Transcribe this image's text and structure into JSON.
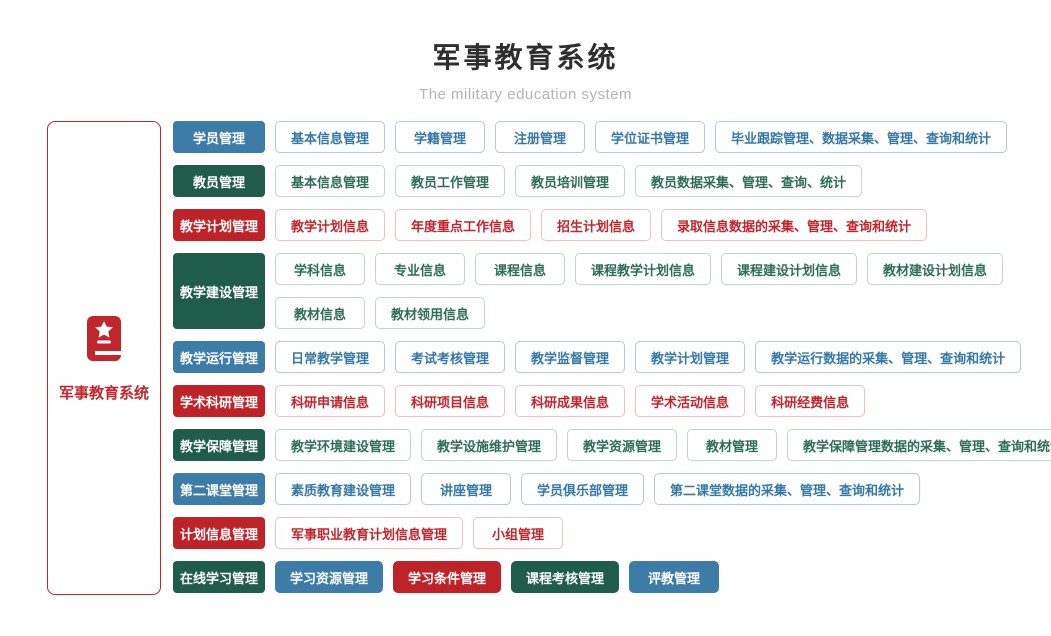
{
  "header": {
    "title": "军事教育系统",
    "subtitle": "The military education system"
  },
  "root": {
    "label": "军事教育系统",
    "icon": "book-star-icon",
    "color": "#c0262c"
  },
  "palette": {
    "blue": {
      "fill": "#3d7ca6",
      "text": "#3579a6",
      "border": "#b0cde0"
    },
    "green": {
      "fill": "#1f5c49",
      "text": "#2e6e57",
      "border": "#bdd8cc"
    },
    "red": {
      "fill": "#bf232a",
      "text": "#c1262c",
      "border": "#efc3c5"
    }
  },
  "rows": [
    {
      "id": "student-management",
      "category": "学员管理",
      "color": "blue",
      "lines": [
        [
          {
            "label": "基本信息管理",
            "style": "outline",
            "color": "blue"
          },
          {
            "label": "学籍管理",
            "style": "outline",
            "color": "blue"
          },
          {
            "label": "注册管理",
            "style": "outline",
            "color": "blue"
          },
          {
            "label": "学位证书管理",
            "style": "outline",
            "color": "blue"
          },
          {
            "label": "毕业跟踪管理、数据采集、管理、查询和统计",
            "style": "outline",
            "color": "blue"
          }
        ]
      ]
    },
    {
      "id": "teacher-management",
      "category": "教员管理",
      "color": "green",
      "lines": [
        [
          {
            "label": "基本信息管理",
            "style": "outline",
            "color": "green"
          },
          {
            "label": "教员工作管理",
            "style": "outline",
            "color": "green"
          },
          {
            "label": "教员培训管理",
            "style": "outline",
            "color": "green"
          },
          {
            "label": "教员数据采集、管理、查询、统计",
            "style": "outline",
            "color": "green"
          }
        ]
      ]
    },
    {
      "id": "teaching-plan-management",
      "category": "教学计划管理",
      "color": "red",
      "lines": [
        [
          {
            "label": "教学计划信息",
            "style": "outline",
            "color": "red"
          },
          {
            "label": "年度重点工作信息",
            "style": "outline",
            "color": "red"
          },
          {
            "label": "招生计划信息",
            "style": "outline",
            "color": "red"
          },
          {
            "label": "录取信息数据的采集、管理、查询和统计",
            "style": "outline",
            "color": "red"
          }
        ]
      ]
    },
    {
      "id": "teaching-construction-management",
      "category": "教学建设管理",
      "color": "green",
      "lines": [
        [
          {
            "label": "学科信息",
            "style": "outline",
            "color": "green"
          },
          {
            "label": "专业信息",
            "style": "outline",
            "color": "green"
          },
          {
            "label": "课程信息",
            "style": "outline",
            "color": "green"
          },
          {
            "label": "课程教学计划信息",
            "style": "outline",
            "color": "green"
          },
          {
            "label": "课程建设计划信息",
            "style": "outline",
            "color": "green"
          },
          {
            "label": "教材建设计划信息",
            "style": "outline",
            "color": "green"
          }
        ],
        [
          {
            "label": "教材信息",
            "style": "outline",
            "color": "green"
          },
          {
            "label": "教材领用信息",
            "style": "outline",
            "color": "green"
          }
        ]
      ]
    },
    {
      "id": "teaching-operation-management",
      "category": "教学运行管理",
      "color": "blue",
      "lines": [
        [
          {
            "label": "日常教学管理",
            "style": "outline",
            "color": "blue"
          },
          {
            "label": "考试考核管理",
            "style": "outline",
            "color": "blue"
          },
          {
            "label": "教学监督管理",
            "style": "outline",
            "color": "blue"
          },
          {
            "label": "教学计划管理",
            "style": "outline",
            "color": "blue"
          },
          {
            "label": "教学运行数据的采集、管理、查询和统计",
            "style": "outline",
            "color": "blue"
          }
        ]
      ]
    },
    {
      "id": "academic-research-management",
      "category": "学术科研管理",
      "color": "red",
      "lines": [
        [
          {
            "label": "科研申请信息",
            "style": "outline",
            "color": "red"
          },
          {
            "label": "科研项目信息",
            "style": "outline",
            "color": "red"
          },
          {
            "label": "科研成果信息",
            "style": "outline",
            "color": "red"
          },
          {
            "label": "学术活动信息",
            "style": "outline",
            "color": "red"
          },
          {
            "label": "科研经费信息",
            "style": "outline",
            "color": "red"
          }
        ]
      ]
    },
    {
      "id": "teaching-support-management",
      "category": "教学保障管理",
      "color": "green",
      "lines": [
        [
          {
            "label": "教学环境建设管理",
            "style": "outline",
            "color": "green"
          },
          {
            "label": "教学设施维护管理",
            "style": "outline",
            "color": "green"
          },
          {
            "label": "教学资源管理",
            "style": "outline",
            "color": "green"
          },
          {
            "label": "教材管理",
            "style": "outline",
            "color": "green"
          },
          {
            "label": "教学保障管理数据的采集、管理、查询和统计",
            "style": "outline",
            "color": "green"
          }
        ]
      ]
    },
    {
      "id": "second-classroom-management",
      "category": "第二课堂管理",
      "color": "blue",
      "lines": [
        [
          {
            "label": "素质教育建设管理",
            "style": "outline",
            "color": "blue"
          },
          {
            "label": "讲座管理",
            "style": "outline",
            "color": "blue"
          },
          {
            "label": "学员俱乐部管理",
            "style": "outline",
            "color": "blue"
          },
          {
            "label": "第二课堂数据的采集、管理、查询和统计",
            "style": "outline",
            "color": "blue"
          }
        ]
      ]
    },
    {
      "id": "plan-info-management",
      "category": "计划信息管理",
      "color": "red",
      "lines": [
        [
          {
            "label": "军事职业教育计划信息管理",
            "style": "outline",
            "color": "red"
          },
          {
            "label": "小组管理",
            "style": "outline",
            "color": "red"
          }
        ]
      ]
    },
    {
      "id": "online-learning-management",
      "category": "在线学习管理",
      "color": "green",
      "lines": [
        [
          {
            "label": "学习资源管理",
            "style": "filled",
            "color": "blue"
          },
          {
            "label": "学习条件管理",
            "style": "filled",
            "color": "red"
          },
          {
            "label": "课程考核管理",
            "style": "filled",
            "color": "green"
          },
          {
            "label": "评教管理",
            "style": "filled",
            "color": "blue"
          }
        ]
      ]
    }
  ]
}
